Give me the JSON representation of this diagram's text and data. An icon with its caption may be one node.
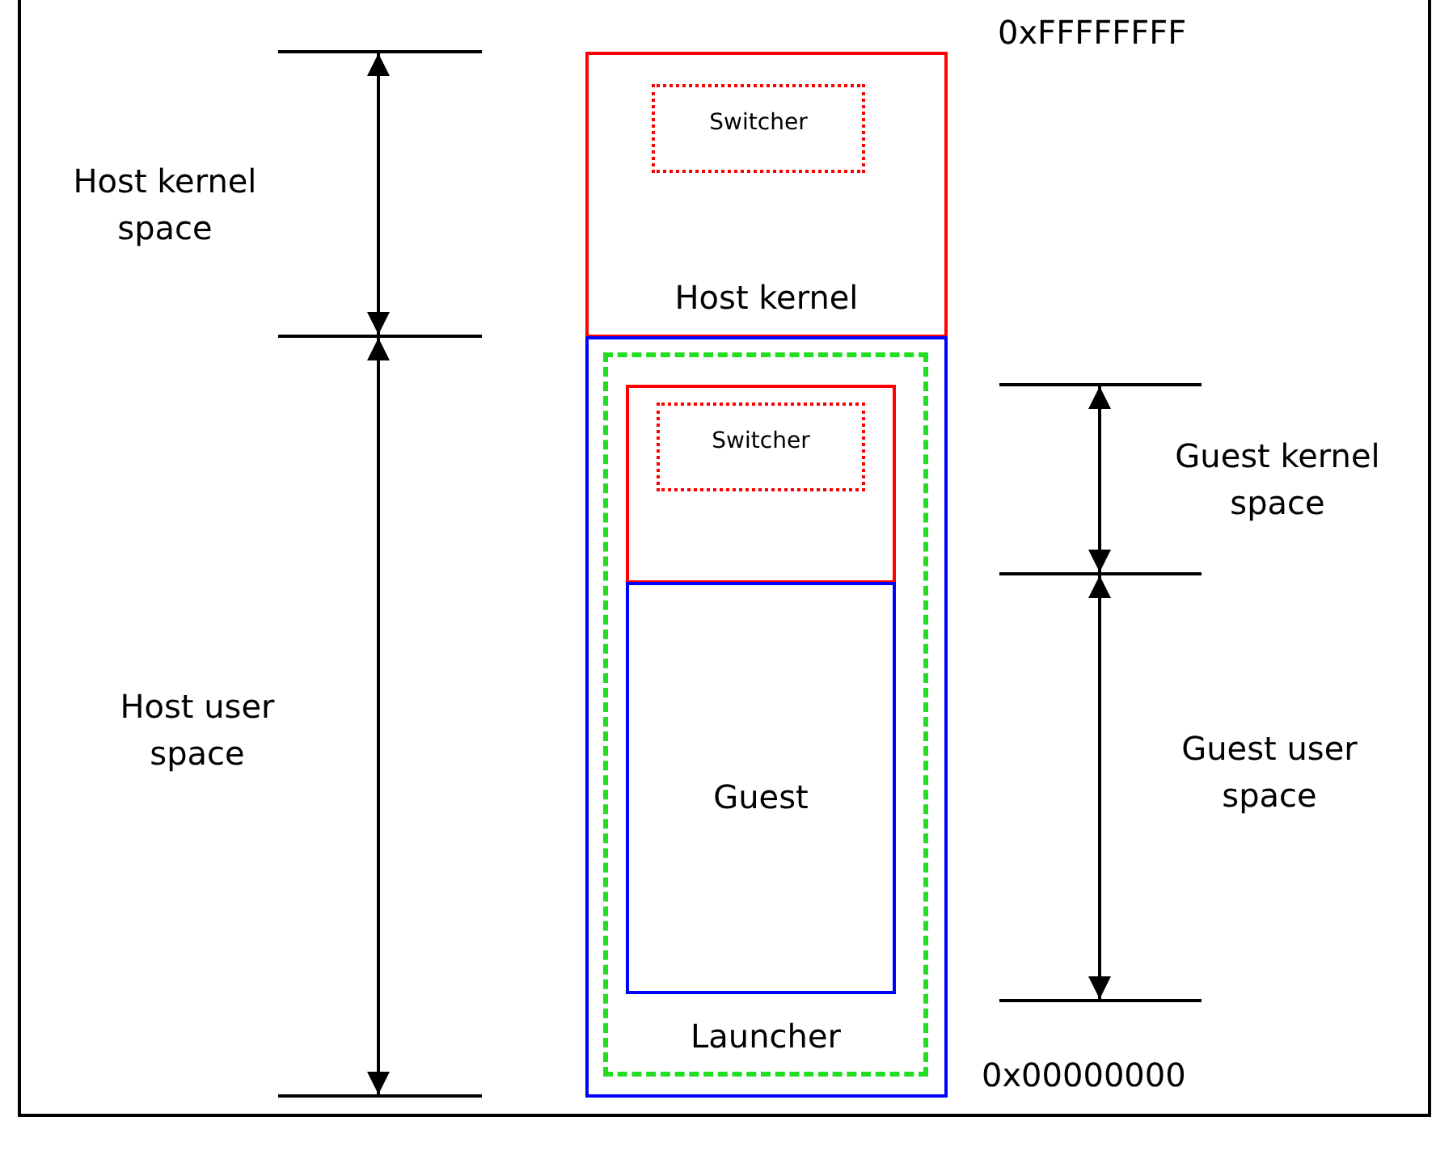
{
  "diagram": {
    "nodes": [
      {
        "text": [
          "Host kernel"
        ]
      },
      {
        "text": [
          "Switcher"
        ],
        "in": 0
      },
      {
        "text": [],
        "shape": "box"
      },
      {
        "text": [
          "Launcher"
        ],
        "in": 2
      },
      {
        "text": [],
        "shape": "box",
        "in": 3
      },
      {
        "text": [
          "Switcher"
        ],
        "in": 4
      },
      {
        "text": [
          "Guest"
        ],
        "in": 3
      }
    ],
    "labels": [
      "0xFFFFFFFF",
      "Host kernel space",
      "Guest kernel space",
      "Host user space",
      "Guest user space",
      "0x00000000"
    ]
  }
}
